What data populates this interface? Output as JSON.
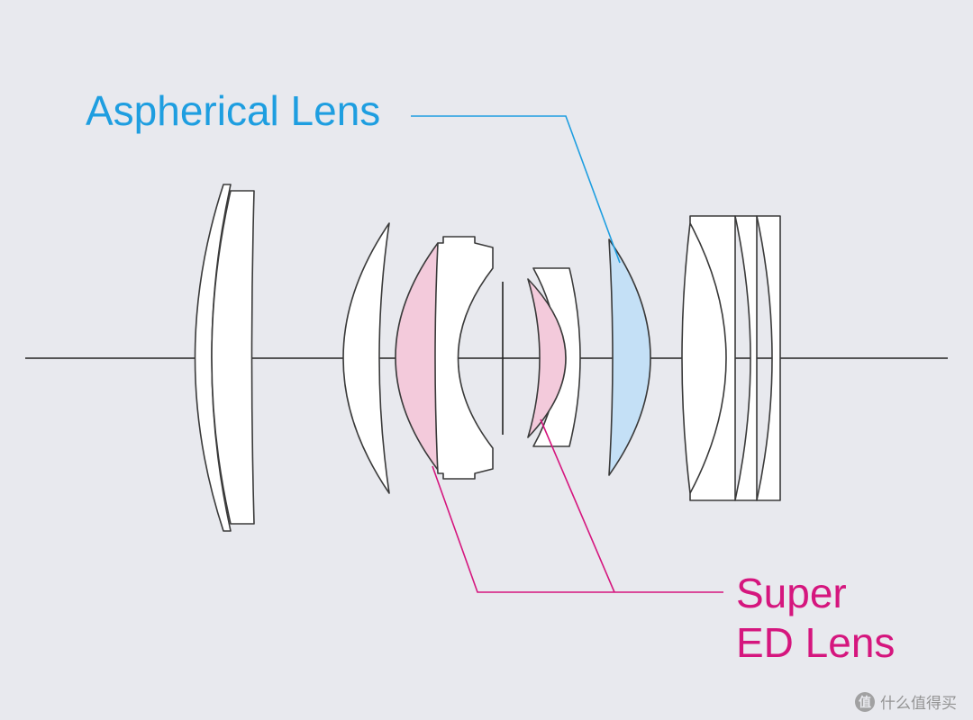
{
  "labels": {
    "aspherical": "Aspherical Lens",
    "super_ed_line1": "Super",
    "super_ed_line2": "ED Lens"
  },
  "watermark": {
    "logo_char": "值",
    "text": "什么值得买"
  },
  "colors": {
    "background": "#e8e9ee",
    "aspherical": "#1e9ee0",
    "aspherical_fill": "#c4e0f6",
    "super_ed": "#d5167e",
    "super_ed_fill": "#f3cadb",
    "lens_stroke": "#3a3a3a",
    "lens_fill": "#ffffff"
  }
}
